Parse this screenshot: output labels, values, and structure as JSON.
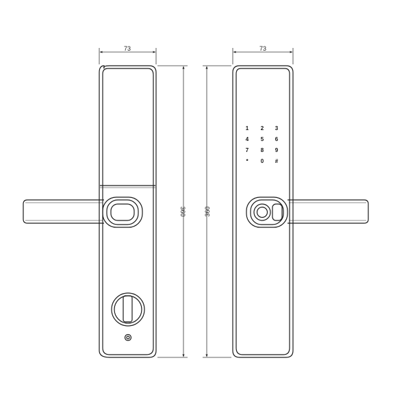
{
  "dimensions": {
    "back_width": "73",
    "back_height": "360",
    "front_width": "73",
    "front_height": "360"
  },
  "keypad": {
    "keys": [
      "1",
      "2",
      "3",
      "4",
      "5",
      "6",
      "7",
      "8",
      "9",
      "*",
      "0",
      "#"
    ]
  },
  "colors": {
    "line": "#1a1a1a",
    "dimension": "#333333"
  }
}
